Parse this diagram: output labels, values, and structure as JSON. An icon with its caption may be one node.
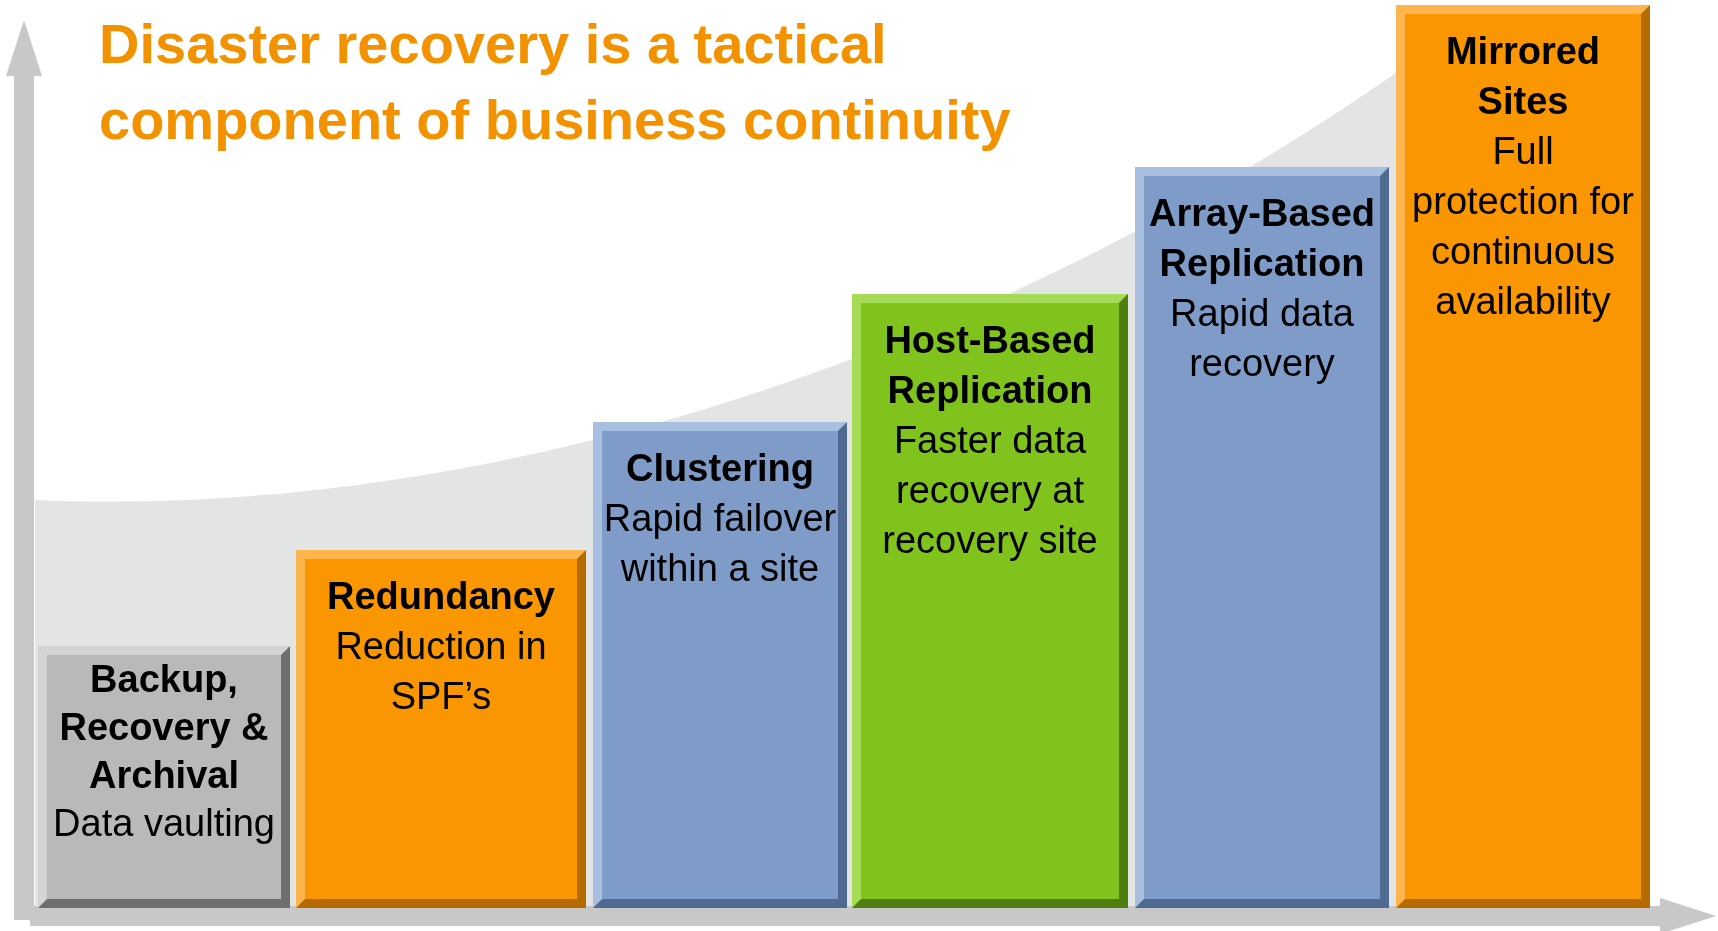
{
  "diagram": {
    "title": "Disaster recovery is a tactical component of business continuity",
    "nodes": [
      {
        "text": [
          "Backup, Recovery & Archival",
          "Data vaulting"
        ]
      },
      {
        "text": [
          "Redundancy",
          "Reduction in SPF’s"
        ]
      },
      {
        "text": [
          "Clustering",
          "Rapid failover within a site"
        ]
      },
      {
        "text": [
          "Host-Based Replication",
          "Faster data recovery at recovery site"
        ]
      },
      {
        "text": [
          "Array-Based Replication",
          "Rapid data recovery"
        ]
      },
      {
        "text": [
          "Mirrored Sites",
          "Full protection for continuous availability"
        ]
      }
    ]
  }
}
